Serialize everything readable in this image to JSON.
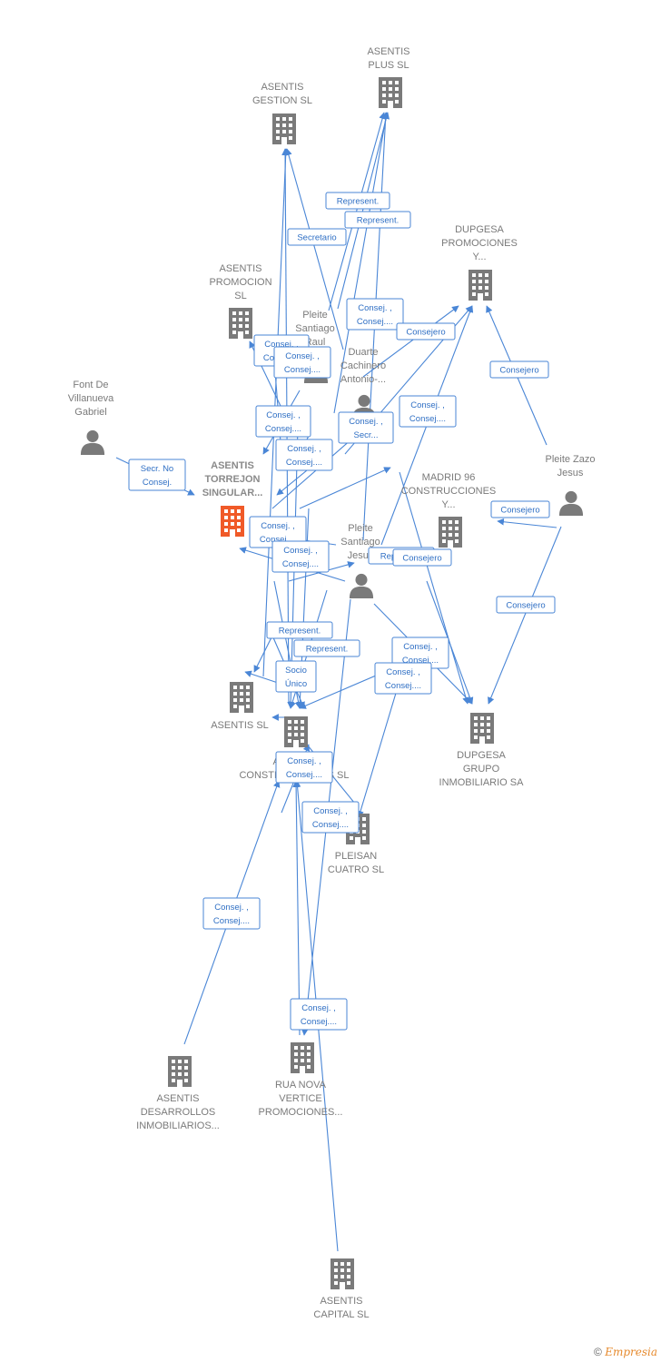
{
  "colors": {
    "edge": "#4a86d6",
    "node": "#7a7a7a",
    "focus": "#f05a28"
  },
  "nodes": [
    {
      "id": "plus",
      "type": "company",
      "lines": [
        "ASENTIS",
        "PLUS  SL"
      ]
    },
    {
      "id": "gestion",
      "type": "company",
      "lines": [
        "ASENTIS",
        "GESTION  SL"
      ]
    },
    {
      "id": "dupgesa_prom",
      "type": "company",
      "lines": [
        "DUPGESA",
        "PROMOCIONES",
        "Y..."
      ]
    },
    {
      "id": "promocion",
      "type": "company",
      "lines": [
        "ASENTIS",
        "PROMOCION",
        "SL"
      ]
    },
    {
      "id": "pleite_raul",
      "type": "person",
      "lines": [
        "Pleite",
        "Santiago",
        "Raul"
      ]
    },
    {
      "id": "duarte",
      "type": "person",
      "lines": [
        "Duarte",
        "Cachinero",
        "Antonio-..."
      ]
    },
    {
      "id": "font",
      "type": "person",
      "lines": [
        "Font De",
        "Villanueva",
        "Gabriel"
      ]
    },
    {
      "id": "torrejon",
      "type": "company",
      "focus": true,
      "lines": [
        "ASENTIS",
        "TORREJON",
        "SINGULAR..."
      ]
    },
    {
      "id": "madrid96",
      "type": "company",
      "lines": [
        "MADRID 96",
        "CONSTRUCCIONES",
        "Y..."
      ]
    },
    {
      "id": "zazo",
      "type": "person",
      "lines": [
        "Pleite Zazo",
        "Jesus"
      ]
    },
    {
      "id": "pleite_s",
      "type": "person",
      "lines": [
        "Pleite",
        "Santiago",
        "Jesus"
      ]
    },
    {
      "id": "asentis_sl",
      "type": "company",
      "lines": [
        "ASENTIS  SL"
      ]
    },
    {
      "id": "cons",
      "type": "company",
      "lines": [
        "ASENTIS",
        "CONSTRUCCIONES  SL"
      ]
    },
    {
      "id": "dupgesa_grupo",
      "type": "company",
      "lines": [
        "DUPGESA",
        "GRUPO",
        "INMOBILIARIO SA"
      ]
    },
    {
      "id": "pleisan",
      "type": "company",
      "lines": [
        "PLEISAN",
        "CUATRO  SL"
      ]
    },
    {
      "id": "desarrollos",
      "type": "company",
      "lines": [
        "ASENTIS",
        "DESARROLLOS",
        "INMOBILIARIOS..."
      ]
    },
    {
      "id": "rua",
      "type": "company",
      "lines": [
        "RUA NOVA",
        "VERTICE",
        "PROMOCIONES..."
      ]
    },
    {
      "id": "capital",
      "type": "company",
      "lines": [
        "ASENTIS",
        "CAPITAL  SL"
      ]
    }
  ],
  "edge_labels": [
    {
      "id": "e1",
      "lines": [
        "Represent."
      ]
    },
    {
      "id": "e2",
      "lines": [
        "Represent."
      ]
    },
    {
      "id": "e3",
      "lines": [
        "Secretario"
      ]
    },
    {
      "id": "e4",
      "lines": [
        "Consej. ,",
        "Consej...."
      ]
    },
    {
      "id": "e5",
      "lines": [
        "Consejero"
      ]
    },
    {
      "id": "e6",
      "lines": [
        "Consejero"
      ]
    },
    {
      "id": "e7",
      "lines": [
        "Consej. ,",
        "Consej...."
      ]
    },
    {
      "id": "e8",
      "lines": [
        "Consej. ,",
        "Consej...."
      ]
    },
    {
      "id": "e9",
      "lines": [
        "Consej. ,",
        "Consej...."
      ]
    },
    {
      "id": "e10",
      "lines": [
        "Consej. ,",
        "Consej...."
      ]
    },
    {
      "id": "e11",
      "lines": [
        "Consej. ,",
        "Secr..."
      ]
    },
    {
      "id": "e12",
      "lines": [
        "Consej. ,",
        "Consej...."
      ]
    },
    {
      "id": "e13",
      "lines": [
        "Secr.  No",
        "Consej."
      ]
    },
    {
      "id": "e14",
      "lines": [
        "Consejero"
      ]
    },
    {
      "id": "e15",
      "lines": [
        "Consej. ,",
        "Consej...."
      ]
    },
    {
      "id": "e16",
      "lines": [
        "Represent."
      ]
    },
    {
      "id": "e17",
      "lines": [
        "Consejero"
      ]
    },
    {
      "id": "e18",
      "lines": [
        "Consej. ,",
        "Consej...."
      ]
    },
    {
      "id": "e19",
      "lines": [
        "Consejero"
      ]
    },
    {
      "id": "e20",
      "lines": [
        "Represent."
      ]
    },
    {
      "id": "e21",
      "lines": [
        "Represent."
      ]
    },
    {
      "id": "e22",
      "lines": [
        "Socio",
        "Único"
      ]
    },
    {
      "id": "e23",
      "lines": [
        "Consej. ,",
        "Consej...."
      ]
    },
    {
      "id": "e24",
      "lines": [
        "Consej. ,",
        "Consej...."
      ]
    },
    {
      "id": "e25",
      "lines": [
        "Consej. ,",
        "Consej...."
      ]
    },
    {
      "id": "e26",
      "lines": [
        "Consej. ,",
        "Consej...."
      ]
    },
    {
      "id": "e27",
      "lines": [
        "Consej. ,",
        "Consej...."
      ]
    },
    {
      "id": "e28",
      "lines": [
        "Consej. ,",
        "Consej...."
      ]
    }
  ],
  "footer": {
    "copyright": "©",
    "brand": "Empresia"
  }
}
